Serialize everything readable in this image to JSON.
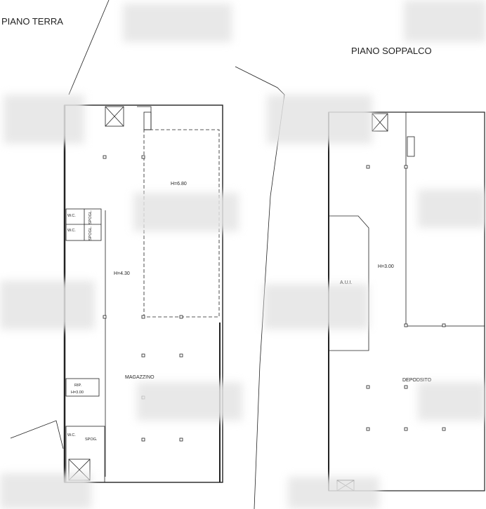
{
  "ground_floor": {
    "title": "PIANO TERRA",
    "height_upper": "H=6.80",
    "height_main": "H=4.30",
    "room_warehouse": "MAGAZZINO",
    "wc_1": "W.C.",
    "wc_2": "W.C.",
    "changing_1": "SPOGL.",
    "changing_2": "SPOGL.",
    "storage_label": "RIP.",
    "storage_height": "H=3.00",
    "wc_3": "W.C.",
    "changing_3": "SPOG."
  },
  "mezzanine": {
    "title": "PIANO SOPPALCO",
    "height": "H=3.00",
    "room_aui": "A.U.I.",
    "room_storage": "DEPODSITO"
  }
}
